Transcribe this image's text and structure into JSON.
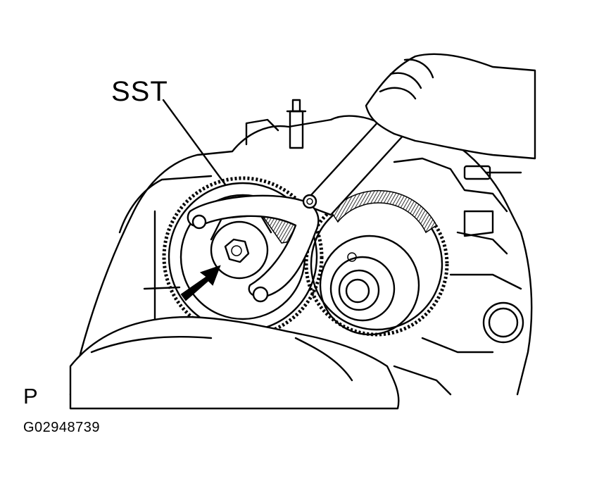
{
  "labels": {
    "tool": "SST",
    "view_mark": "P",
    "figure_id": "G02948739"
  },
  "colors": {
    "ink": "#000000",
    "paper": "#ffffff"
  },
  "icons": [
    "direction-arrow-icon"
  ]
}
